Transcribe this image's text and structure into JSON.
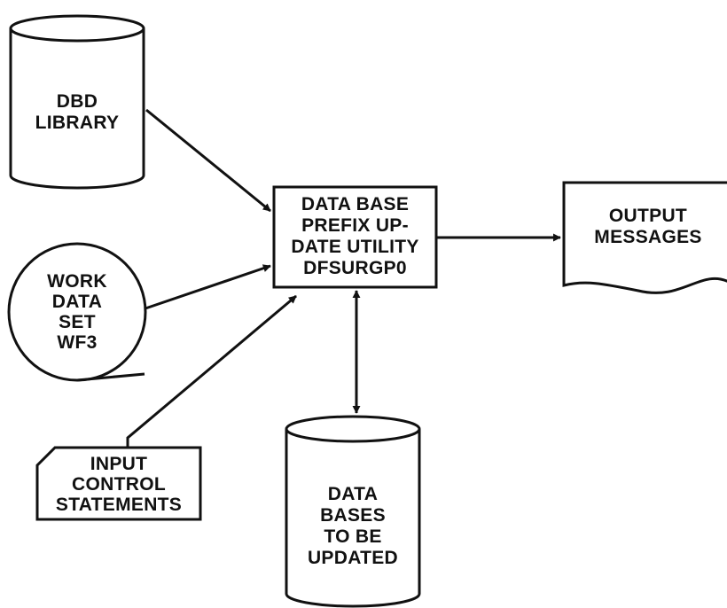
{
  "nodes": {
    "dbd_library": {
      "lines": [
        "DBD",
        "LIBRARY"
      ]
    },
    "work_data_set": {
      "lines": [
        "WORK",
        "DATA",
        "SET",
        "WF3"
      ]
    },
    "input_control": {
      "lines": [
        "INPUT",
        "CONTROL",
        "STATEMENTS"
      ]
    },
    "utility": {
      "lines": [
        "DATA BASE",
        "PREFIX UP-",
        "DATE UTILITY",
        "DFSURGP0"
      ]
    },
    "output_messages": {
      "lines": [
        "OUTPUT",
        "MESSAGES"
      ]
    },
    "data_bases": {
      "lines": [
        "DATA",
        "BASES",
        "TO BE",
        "UPDATED"
      ]
    }
  },
  "colors": {
    "ink": "#111111",
    "paper": "#ffffff"
  }
}
